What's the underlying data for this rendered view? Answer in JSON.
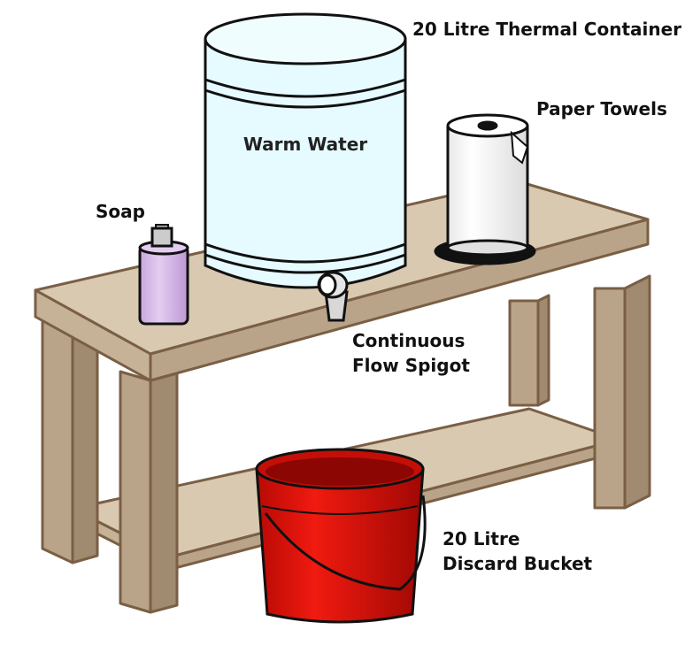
{
  "labels": {
    "container": "20 Litre Thermal Container",
    "warm_water": "Warm Water",
    "paper_towels": "Paper Towels",
    "soap": "Soap",
    "spigot_line1": "Continuous",
    "spigot_line2": "Flow Spigot",
    "bucket_line1": "20 Litre",
    "bucket_line2": "Discard Bucket"
  },
  "colors": {
    "wood": "#d9c9b1",
    "wood_dark": "#b9a48a",
    "wood_outline": "#7a5f45",
    "container": "#e6fbff",
    "soap": "#d7b8e8",
    "bucket": "#e0140c",
    "outline": "#111111"
  }
}
